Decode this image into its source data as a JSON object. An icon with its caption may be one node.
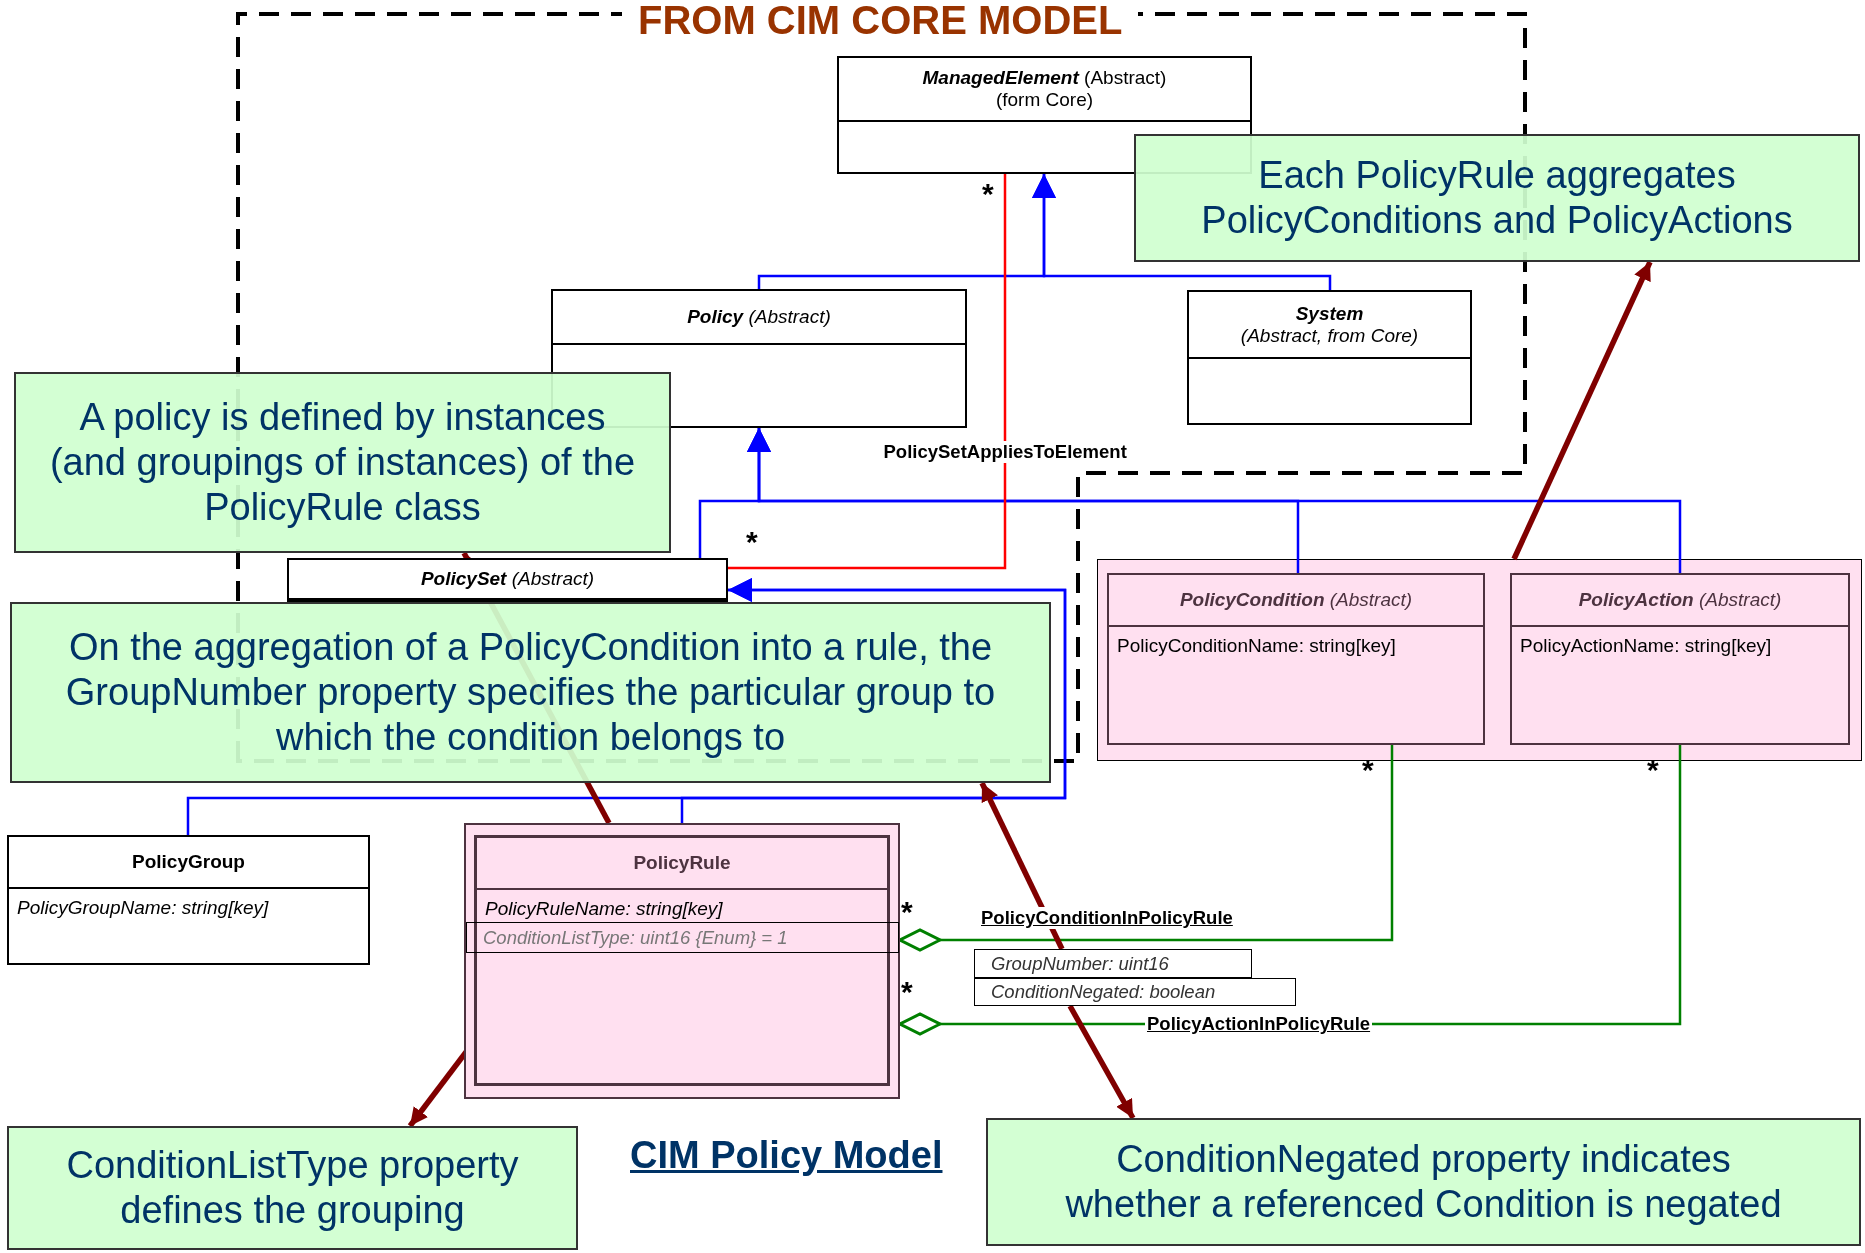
{
  "diagram": {
    "title": "CIM Policy Model",
    "nodes": [
      {
        "text": [
          "**ManagedElement** (Abstract)",
          "(form Core)"
        ]
      },
      {
        "text": [
          "Each PolicyRule aggregates PolicyConditions and PolicyActions"
        ]
      },
      {
        "text": [
          "**Policy** (Abstract)"
        ]
      },
      {
        "text": [
          "System",
          "(Abstract, from Core)"
        ]
      },
      {
        "text": [
          "A policy is defined by instances (and groupings of instances) of the PolicyRule class"
        ]
      },
      {
        "text": [
          "**PolicySet** (Abstract)"
        ]
      },
      {
        "text": [
          "On the aggregation of a PolicyCondition into a rule, the GroupNumber property specifies the particular group to which the condition belongs to"
        ]
      },
      {
        "text": [
          "PolicyGroup",
          "PolicyGroupName: string[key]"
        ]
      },
      {
        "text": [
          "PolicyRule",
          "PolicyRuleName: string[key]"
        ]
      },
      {
        "text": [
          "ConditionListType: uint16 {Enum} = 1"
        ],
        "in": 8
      },
      {
        "text": [],
        "shape": "box"
      },
      {
        "text": [
          "**PolicyCondition** (Abstract)",
          "PolicyConditionName: string[key]"
        ],
        "in": 10
      },
      {
        "text": [
          "**PolicyAction** (Abstract)",
          "PolicyActionName: string[key]"
        ],
        "in": 10
      },
      {
        "text": [
          "GroupNumber: uint16"
        ]
      },
      {
        "text": [
          "ConditionNegated: boolean"
        ]
      },
      {
        "text": [
          "ConditionListType property defines the grouping"
        ]
      },
      {
        "text": [
          "ConditionNegated property indicates whether a referenced Condition is negated"
        ]
      }
    ],
    "edges": [
      {
        "from": 2,
        "to": 0,
        "arrow": "to"
      },
      {
        "from": 3,
        "to": 0,
        "arrow": "to"
      },
      {
        "from": 5,
        "to": 2,
        "arrow": "to"
      },
      {
        "from": 11,
        "to": 2,
        "arrow": "to"
      },
      {
        "from": 12,
        "to": 2,
        "arrow": "to"
      },
      {
        "from": 7,
        "to": 5,
        "arrow": "to"
      },
      {
        "from": 8,
        "to": 5,
        "arrow": "to"
      },
      {
        "from": 5,
        "to": 0,
        "arrow": "none",
        "color": "#ff0000",
        "label": "PolicySetAppliesToElement"
      },
      {
        "from": 8,
        "to": 11,
        "arrow": "other",
        "color": "#008000",
        "label": "PolicyConditionInPolicyRule"
      },
      {
        "from": 8,
        "to": 12,
        "arrow": "other",
        "color": "#008000",
        "label": "PolicyActionInPolicyRule"
      },
      {
        "from": 10,
        "to": 1,
        "arrow": "to",
        "color": "#800000",
        "style": "thick"
      },
      {
        "from": 8,
        "to": 4,
        "arrow": "to",
        "color": "#800000",
        "style": "thick"
      },
      {
        "from": 13,
        "to": 6,
        "arrow": "to",
        "color": "#800000",
        "style": "thick"
      },
      {
        "from": 9,
        "to": 15,
        "arrow": "to",
        "color": "#800000",
        "style": "thick"
      },
      {
        "from": 14,
        "to": 16,
        "arrow": "to",
        "color": "#800000",
        "style": "thick"
      }
    ],
    "labels": [
      "FROM CIM CORE MODEL",
      "*",
      "*",
      "*",
      "*",
      "*",
      "*"
    ]
  }
}
